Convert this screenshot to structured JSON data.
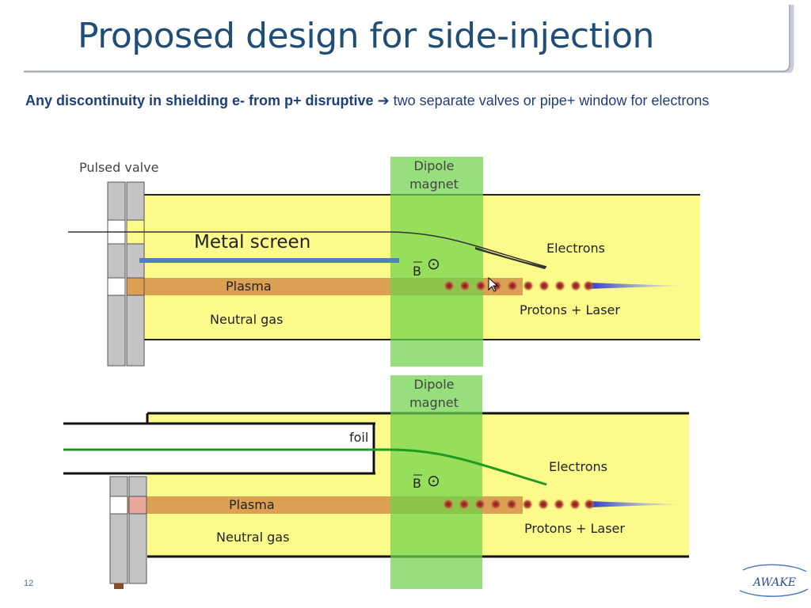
{
  "slide": {
    "title": "Proposed design for side-injection",
    "subtitle_bold": "Any discontinuity in shielding e- from p+ disruptive",
    "subtitle_arrow": "➔",
    "subtitle_rest": " two separate valves or pipe+ window for electrons",
    "page_number": "12",
    "logo_text": "AWAKE"
  },
  "diagram_top": {
    "pulsed_valve_label": "Pulsed valve",
    "dipole_label_line1": "Dipole",
    "dipole_label_line2": "magnet",
    "metal_screen_label": "Metal screen",
    "plasma_label": "Plasma",
    "neutral_gas_label": "Neutral gas",
    "electrons_label": "Electrons",
    "protons_label": "Protons + Laser",
    "b_field_label": "B",
    "b_dot_symbol": "⊙"
  },
  "diagram_bottom": {
    "dipole_label_line1": "Dipole",
    "dipole_label_line2": "magnet",
    "foil_label": "foil",
    "plasma_label": "Plasma",
    "neutral_gas_label": "Neutral gas",
    "electrons_label": "Electrons",
    "protons_label": "Protons + Laser",
    "b_field_label": "B",
    "b_dot_symbol": "⊙"
  },
  "colors": {
    "title": "#1f4e79",
    "gas": "#fbfa8a",
    "plasma": "#dca055",
    "dipole": "#7fd95f",
    "metal_screen": "#4f81bd",
    "electron_beam_bottom": "#1f9a1f",
    "proton_bunch": "#8b1a1a",
    "laser": "#3a4fd8"
  }
}
